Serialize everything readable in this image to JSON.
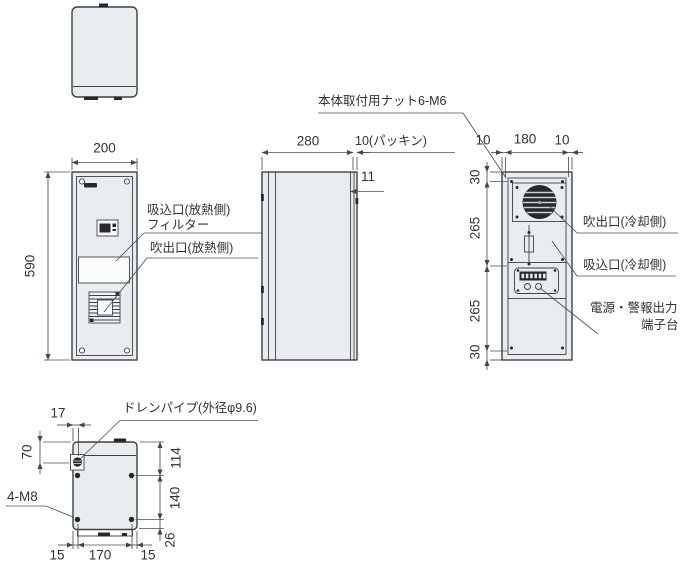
{
  "colors": {
    "body_fill": "#e9edf0",
    "line": "#3c4247",
    "dim": "#4a5055",
    "text": "#2e3338"
  },
  "views": {
    "front": {
      "dim_width": "200",
      "dim_height": "590",
      "ann_inlet": "吸込口(放熱側)",
      "ann_filter": "フィルター",
      "ann_outlet": "吹出口(放熱側)"
    },
    "side": {
      "dim_depth": "280",
      "dim_packing": "10(パッキン)",
      "dim_lip": "11"
    },
    "rear": {
      "ann_nut": "本体取付用ナット6-M6",
      "dim_top_left": "10",
      "dim_top_center": "180",
      "dim_top_right": "10",
      "dim_left": [
        "30",
        "265",
        "265",
        "30"
      ],
      "ann_outlet": "吹出口(冷却側)",
      "ann_inlet": "吸込口(冷却側)",
      "ann_power_1": "電源・警報出力",
      "ann_power_2": "端子台"
    },
    "bottom": {
      "ann_drain": "ドレンパイプ(外径φ9.6)",
      "ann_bolts": "4-M8",
      "dim_drain_x": "17",
      "dim_drain_y": "70",
      "dim_foot_left": "15",
      "dim_foot_center": "170",
      "dim_foot_right": "15",
      "dim_right": [
        "114",
        "140",
        "26"
      ]
    }
  }
}
